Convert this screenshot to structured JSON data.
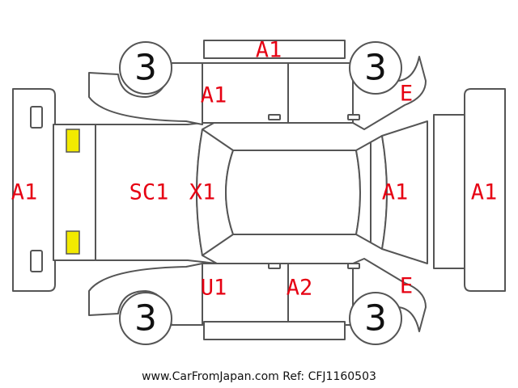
{
  "damage_codes": {
    "front_bumper": "A1",
    "roof_top": "A1",
    "right_front_door": "A1",
    "right_rear_quarter": "E",
    "hood": "SC1",
    "windshield": "X1",
    "trunk": "A1",
    "rear_bumper": "A1",
    "left_front_door": "U1",
    "left_rear_door": "A2",
    "left_rear_quarter": "E"
  },
  "tires": {
    "front_right": "3",
    "rear_right": "3",
    "front_left": "3",
    "rear_left": "3"
  },
  "lights": {
    "front_color": "#f2ea00",
    "rear_color": "#e60012"
  },
  "colors": {
    "code_text": "#e60012",
    "outline": "#555555"
  },
  "footer": {
    "text": "www.CarFromJapan.com Ref: CFJ1160503"
  }
}
